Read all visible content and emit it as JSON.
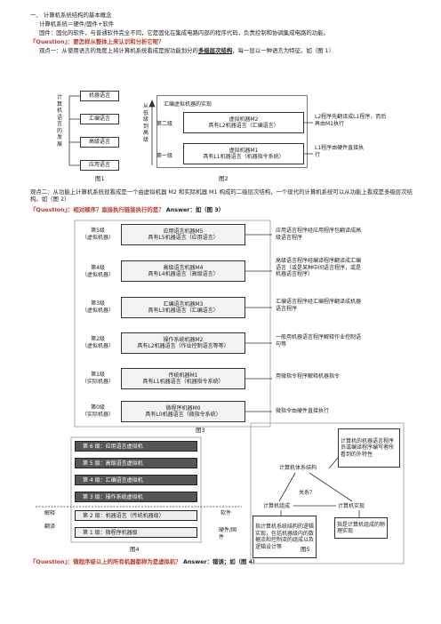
{
  "heading": "一、 计算机系统结构的基本概念",
  "line_system": "计算机系统＝硬件/固件+软件",
  "line_firmware": "固件：固化的软件，与普通软件完全不同，它是固化在集成电路内部的程序代码，负责控制和协调集成电路的功能。",
  "q1": "『Question』：要怎样从整体上来认识和分析它呢？",
  "view1_pre": "观点一：从使用语言的角度上将计算机系统看成是按功能划分的",
  "view1_emph": "多级层次结构",
  "view1_post": "，每一层以一种语言为特征。如（图 1）",
  "fig1": {
    "side_text": "计算机语言的发展",
    "boxes": [
      "机器语言",
      "汇编语言",
      "高级语言",
      "应用语言"
    ],
    "caption": "图1"
  },
  "fig2": {
    "side_text": "从低级到高级",
    "top_title": "汇编虚拟机器的实现",
    "level2": "第二级",
    "level1": "第一级",
    "m2_line1": "虚拟机器M2",
    "m2_line2": "具有L2机器语言（汇编语言）",
    "m1_line1": "虚拟机器M1",
    "m1_line2": "具有L1机器语言（机器指令系统）",
    "note2": "L2程序先翻译成L1程序，而后再由M1执行",
    "note1": "L1程序由硬件直接执行",
    "caption": "图2"
  },
  "view2": "观点二：从功能上计算机系统就看成是一个由虚拟机器 M2 和实际机器 M1 构成的二级层次结构，一个现代的计算机系统可以从功能上看成是多级层次结构。如（图 2）",
  "q2_label": "『Question』：相对顺序？直接执行链接执行的是？",
  "q2_answer": "Answer：如（图 3）",
  "fig3": {
    "levels": [
      {
        "name": "第5级",
        "type": "（虚拟机器）",
        "line1": "应用语言机器M5",
        "line2": "具有L5机器语言（应用语言）",
        "note": "应用语言程序经应用程序包翻译成高级语言程序"
      },
      {
        "name": "第4级",
        "type": "（虚拟机器）",
        "line1": "高级语言机器M4",
        "line2": "具有L4机器语言（高级语言）",
        "note": "高级语言程序经编译程序翻译成汇编语言（或是某种中间语言程序，或是机器语言程序）"
      },
      {
        "name": "第3级",
        "type": "（虚拟机器）",
        "line1": "汇编语言机器M3",
        "line2": "具有L3机器语言（汇编语言）",
        "note": "汇编语言程序经汇编程序翻译成机器语言程序"
      },
      {
        "name": "第2级",
        "type": "（虚拟机器）",
        "line1": "操作系统机器M2",
        "line2": "具有L2机器语言（作业控制语言等等）",
        "note": "一般用机器语言程序解释作业控制语句等"
      },
      {
        "name": "第1级",
        "type": "（实际机器）",
        "line1": "传统机器M1",
        "line2": "具有L1机器语言（机器指令系统）",
        "note": "用微指令程序解释机器指令"
      },
      {
        "name": "第0级",
        "type": "（实际机器）",
        "line1": "微程序机器M0",
        "line2": "具有L0机器语言（微指令系统）",
        "note": "微指令由硬件直接执行"
      }
    ],
    "caption": "图3"
  },
  "fig4": {
    "levels": [
      "第 6 级：应用语言虚拟机",
      "第 5 级：高级语言虚拟机",
      "第 4 级：汇编语言虚拟机",
      "第 3 级：操作系统虚拟机",
      "第 2 级：机器语言（传统机器级）",
      "第 1 级：微程序机器级"
    ],
    "left_top": "解释",
    "left_bottom": "翻译",
    "right_top": "软件",
    "right_bottom": "硬件/固件",
    "caption": "图4"
  },
  "fig5": {
    "top_note": "计算机的机器语言程序员或编译程序编写者所看到的外特性",
    "arch": "计算机体系结构",
    "relation": "关系？",
    "org": "计算机组成",
    "impl": "计算机实现",
    "org_note": "指计算机系统结构的逻辑实现，包括机器级内的数据流和控制流的组成以及逻辑设计等",
    "impl_note": "指是计算机组成的物理实现",
    "caption": "图5"
  },
  "q3_label": "『Question』：微程序级以上的所有机器都称为是虚拟机？",
  "q3_answer": "Answer：错误；如（图 4）"
}
